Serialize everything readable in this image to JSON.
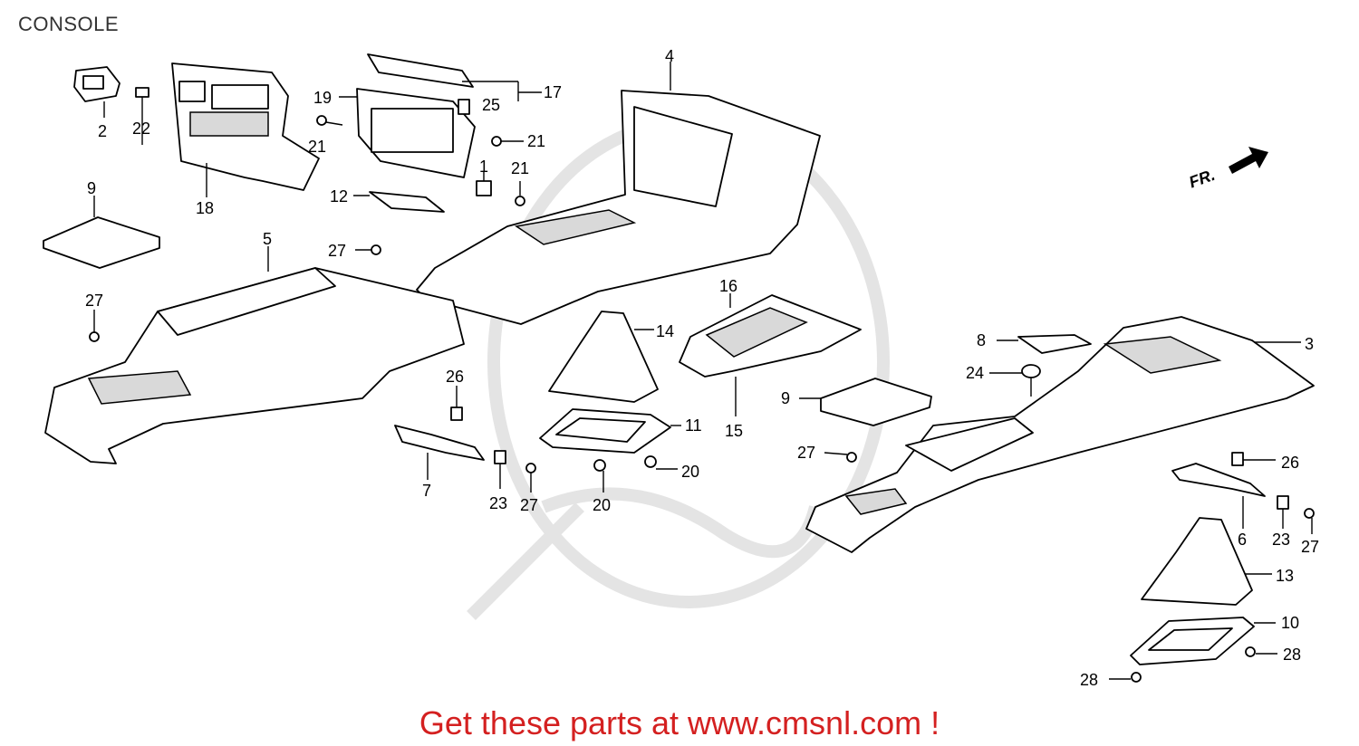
{
  "header": {
    "title": "CONSOLE"
  },
  "footer": {
    "text": "Get these parts at www.cmsnl.com !"
  },
  "direction": {
    "label": "FR."
  },
  "callouts": {
    "c1": "1",
    "c2": "2",
    "c3": "3",
    "c4": "4",
    "c5": "5",
    "c6": "6",
    "c7": "7",
    "c8": "8",
    "c9a": "9",
    "c9b": "9",
    "c10": "10",
    "c11": "11",
    "c12": "12",
    "c13": "13",
    "c14": "14",
    "c15": "15",
    "c16": "16",
    "c17": "17",
    "c18": "18",
    "c19": "19",
    "c20a": "20",
    "c20b": "20",
    "c21a": "21",
    "c21b": "21",
    "c21c": "21",
    "c22": "22",
    "c23a": "23",
    "c23b": "23",
    "c24": "24",
    "c25": "25",
    "c26a": "26",
    "c26b": "26",
    "c27a": "27",
    "c27b": "27",
    "c27c": "27",
    "c27d": "27",
    "c27e": "27",
    "c28a": "28",
    "c28b": "28"
  },
  "colors": {
    "footer_text": "#d42020",
    "line": "#000000",
    "watermark": "#e4e4e4"
  }
}
